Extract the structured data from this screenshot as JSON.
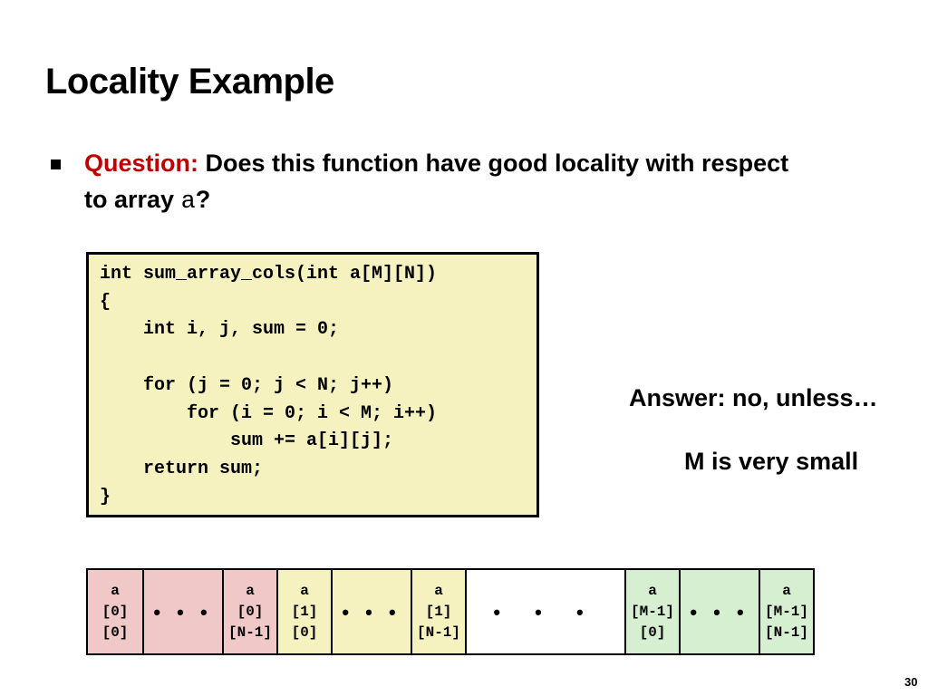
{
  "slide": {
    "title": "Locality Example",
    "question_label": "Question:",
    "question_text_1": " Does this function have good locality with respect to array ",
    "question_var": "a",
    "question_text_2": "?",
    "code_lines": [
      "int sum_array_cols(int a[M][N])",
      "{",
      "    int i, j, sum = 0;",
      "",
      "    for (j = 0; j < N; j++)",
      "        for (i = 0; i < M; i++)",
      "            sum += a[i][j];",
      "    return sum;",
      "}"
    ],
    "answer": "Answer: no, unless…",
    "answer_detail": "M is very small",
    "page_number": "30"
  },
  "colors": {
    "question_label": "#c00000",
    "code_bg": "#f6f2c0",
    "row0": "#f0c8c8",
    "row1": "#f6f2c0",
    "row_mid": "#ffffff",
    "row_last": "#d6efd0"
  },
  "memory": {
    "cells": [
      {
        "lines": [
          "a",
          "[0]",
          "[0]"
        ],
        "color": "row0"
      },
      {
        "lines": [
          "• • •"
        ],
        "color": "row0",
        "ellipsis": true
      },
      {
        "lines": [
          "a",
          "[0]",
          "[N-1]"
        ],
        "color": "row0"
      },
      {
        "lines": [
          "a",
          "[1]",
          "[0]"
        ],
        "color": "row1"
      },
      {
        "lines": [
          "• • •"
        ],
        "color": "row1",
        "ellipsis": true
      },
      {
        "lines": [
          "a",
          "[1]",
          "[N-1]"
        ],
        "color": "row1"
      },
      {
        "lines": [
          "•  •  •"
        ],
        "color": "row_mid",
        "ellipsis": true,
        "wide": true
      },
      {
        "lines": [
          "a",
          "[M-1]",
          "[0]"
        ],
        "color": "row_last"
      },
      {
        "lines": [
          "• • •"
        ],
        "color": "row_last",
        "ellipsis": true
      },
      {
        "lines": [
          "a",
          "[M-1]",
          "[N-1]"
        ],
        "color": "row_last"
      }
    ]
  }
}
